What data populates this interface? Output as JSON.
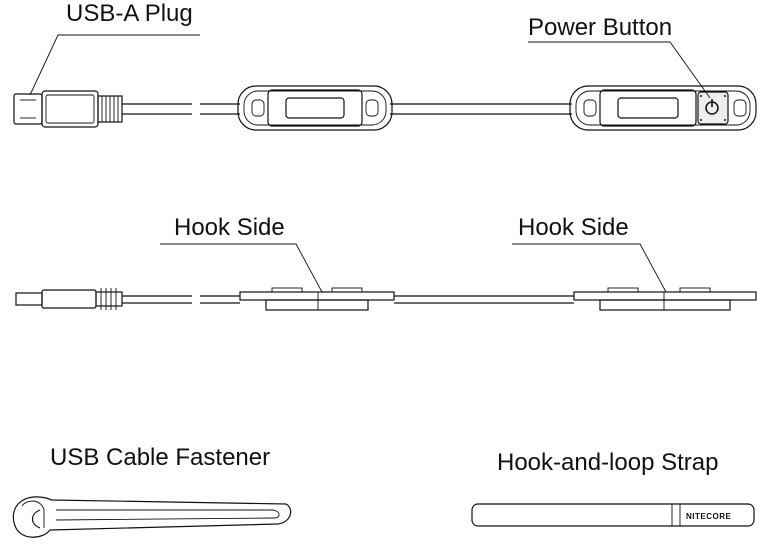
{
  "labels": {
    "usb_a_plug": "USB-A Plug",
    "power_button": "Power Button",
    "hook_side_1": "Hook Side",
    "hook_side_2": "Hook Side",
    "usb_cable_fastener": "USB Cable Fastener",
    "hook_and_loop_strap": "Hook-and-loop Strap"
  },
  "strap_brand": "NITECORE"
}
